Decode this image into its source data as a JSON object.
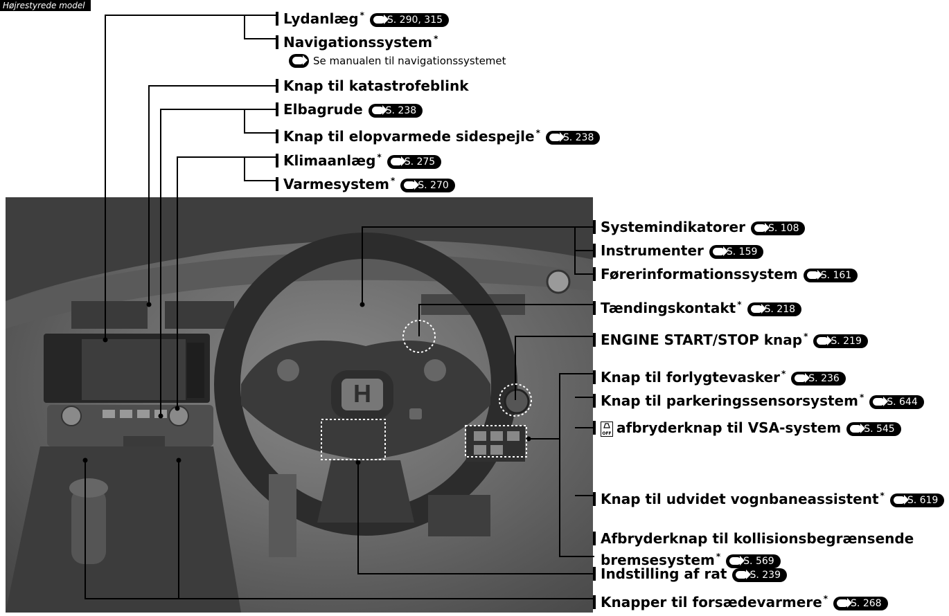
{
  "corner_tag": "Højrestyrede model",
  "note": "Se manualen til navigationssystemet",
  "labels": [
    {
      "text": "Lydanlæg",
      "star": "*",
      "ref": "S. 290, 315"
    },
    {
      "text": "Navigationssystem",
      "star": "*",
      "ref": ""
    },
    {
      "text": "Knap til katastrofeblink",
      "star": "",
      "ref": ""
    },
    {
      "text": "Elbagrude",
      "star": "",
      "ref": "S. 238"
    },
    {
      "text": "Knap til elopvarmede sidespejle",
      "star": "*",
      "ref": "S. 238"
    },
    {
      "text": "Klimaanlæg",
      "star": "*",
      "ref": "S. 275"
    },
    {
      "text": "Varmesystem",
      "star": "*",
      "ref": "S. 270"
    },
    {
      "text": "Systemindikatorer",
      "star": "",
      "ref": "S. 108"
    },
    {
      "text": "Instrumenter",
      "star": "",
      "ref": "S. 159"
    },
    {
      "text": "Førerinformationssystem",
      "star": "",
      "ref": "S. 161"
    },
    {
      "text": "Tændingskontakt",
      "star": "*",
      "ref": "S. 218"
    },
    {
      "text": "ENGINE START/STOP knap",
      "star": "*",
      "ref": "S. 219"
    },
    {
      "text": "Knap til forlygtevasker",
      "star": "*",
      "ref": "S. 236"
    },
    {
      "text": "Knap til parkeringssensorsystem",
      "star": "*",
      "ref": "S. 644"
    },
    {
      "text": "afbryderknap til VSA-system",
      "star": "",
      "ref": "S. 545"
    },
    {
      "text": "Knap til udvidet vognbaneassistent",
      "star": "*",
      "ref": "S. 619"
    },
    {
      "text": "Afbryderknap til kollisionsbegrænsende",
      "star": "",
      "ref": ""
    },
    {
      "text": "bremsesystem",
      "star": "*",
      "ref": "S. 569"
    },
    {
      "text": "Indstilling af rat",
      "star": "",
      "ref": "S. 239"
    },
    {
      "text": "Knapper til forsædevarmere",
      "star": "*",
      "ref": "S. 268"
    }
  ],
  "vsa_icon_text": "OFF",
  "steering_badge": "H"
}
